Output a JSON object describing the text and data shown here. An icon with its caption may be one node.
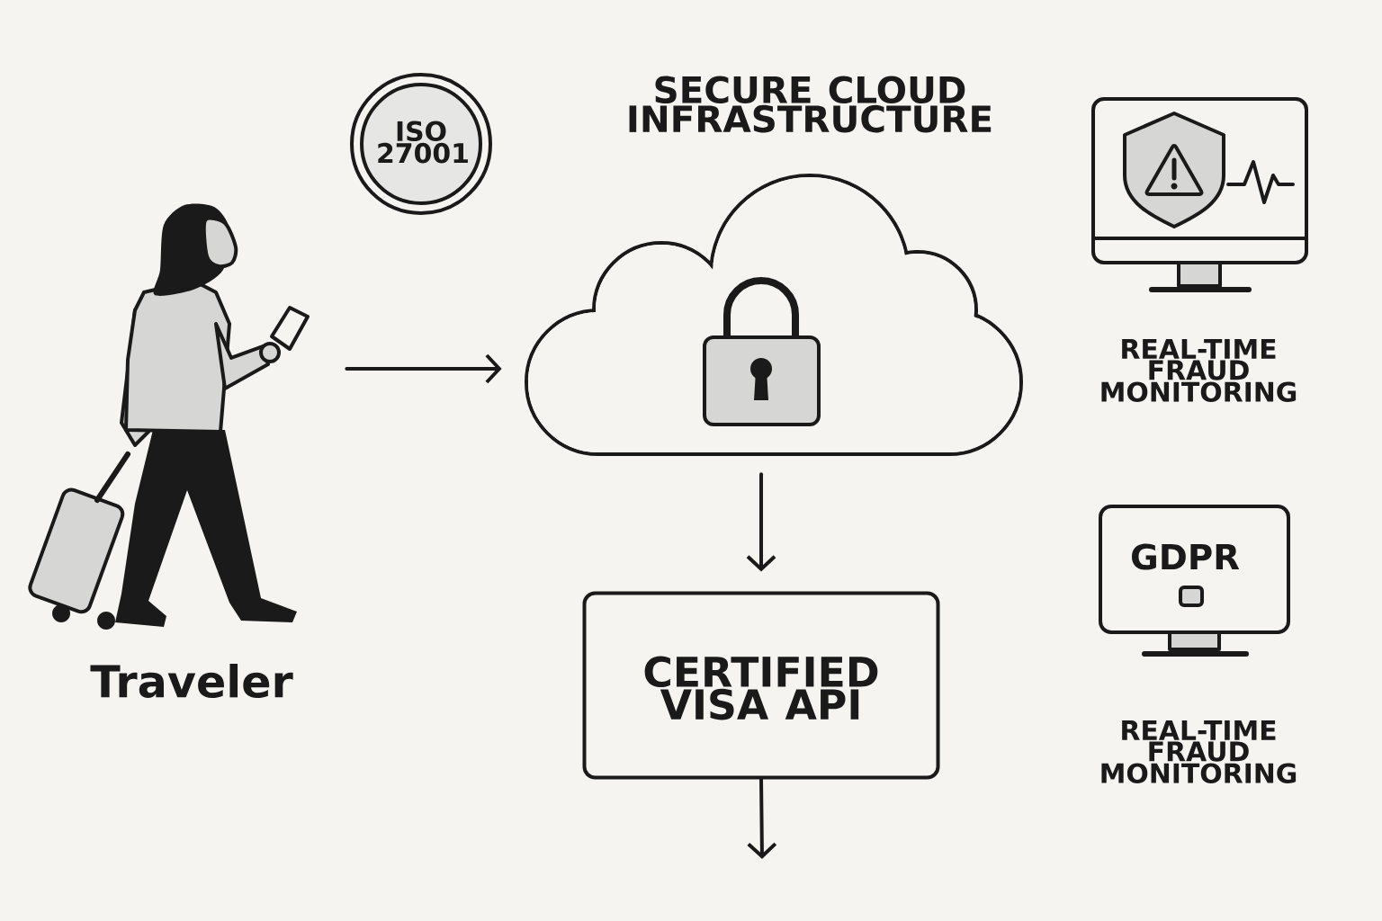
{
  "diagram": {
    "nodes": [
      {
        "text": [
          "Traveler"
        ]
      },
      {
        "text": [
          "ISO 27001"
        ]
      },
      {
        "text": [
          "SECURE CLOUD INFRASTRUCTURE"
        ]
      },
      {
        "text": [
          "CERTIFIED VISA API"
        ]
      },
      {
        "text": [],
        "shape": "picture",
        "beside": [
          "REAL-TIME FRAUD MONITORING"
        ]
      },
      {
        "text": [
          "GDPR"
        ],
        "beside": [
          "REAL-TIME FRAUD MONITORING"
        ]
      }
    ],
    "edges": [
      {
        "from": 0,
        "to": 2,
        "arrow": "to"
      },
      {
        "from": 2,
        "to": 3,
        "arrow": "to"
      },
      {
        "from": 3,
        "to": null,
        "arrow": "to"
      }
    ]
  }
}
